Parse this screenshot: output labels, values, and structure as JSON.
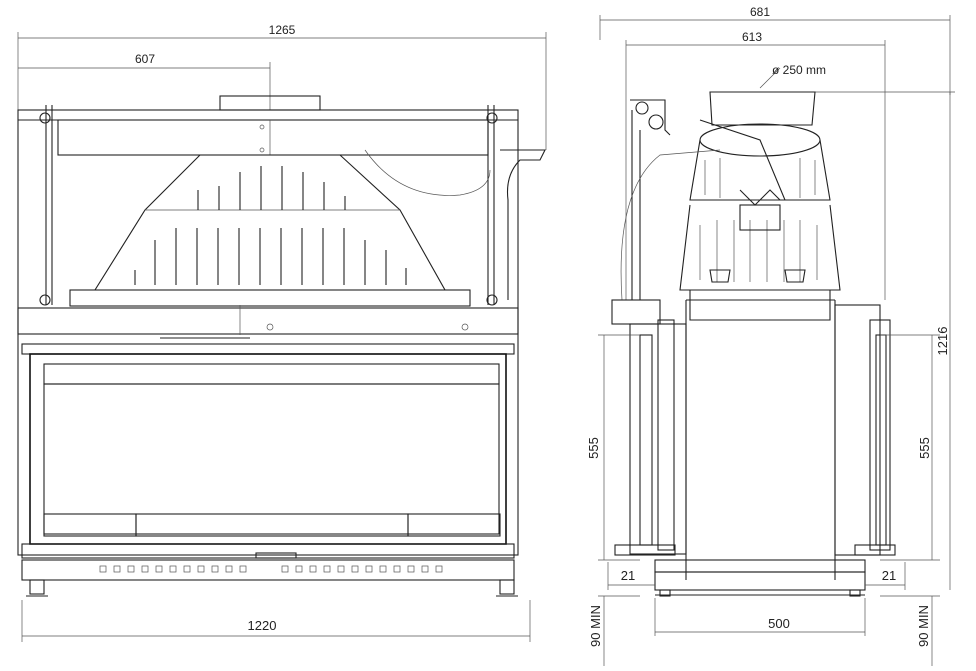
{
  "front_view": {
    "dim_total_width": "1265",
    "dim_half_width": "607",
    "dim_base_width": "1220"
  },
  "side_view": {
    "dim_total_depth": "681",
    "dim_top_depth": "613",
    "flue_diameter": "ø 250 mm",
    "dim_total_height": "1216",
    "dim_left_height": "555",
    "dim_right_height": "555",
    "dim_left_offset": "21",
    "dim_right_offset": "21",
    "dim_base_depth": "500",
    "dim_left_min": "90 MIN",
    "dim_right_min": "90 MIN"
  }
}
